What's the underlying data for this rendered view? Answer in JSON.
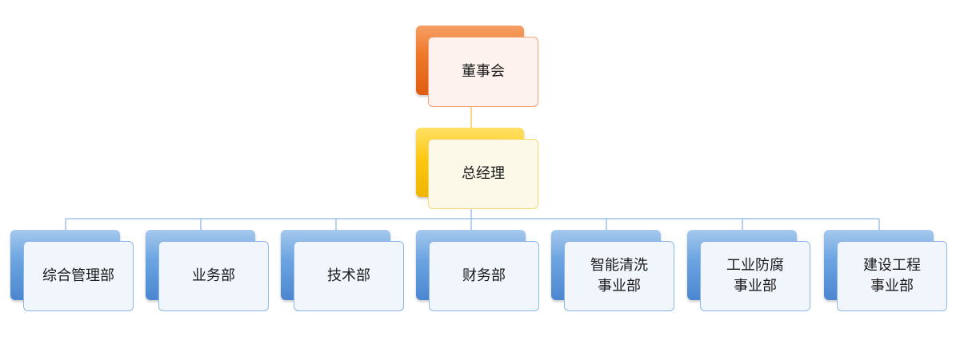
{
  "chart_data": {
    "type": "org-chart",
    "colors": {
      "top": "#ef7a2a",
      "middle": "#fcc810",
      "bottom": "#6ea6e2",
      "connector_upper": "#f7c95a",
      "connector_lower": "#9fc3ea"
    },
    "root": {
      "label": "董事会",
      "children": [
        {
          "label": "总经理",
          "children": [
            {
              "label": "综合管理部"
            },
            {
              "label": "业务部"
            },
            {
              "label": "技术部"
            },
            {
              "label": "财务部"
            },
            {
              "label": "智能清洗\n事业部"
            },
            {
              "label": "工业防腐\n事业部"
            },
            {
              "label": "建设工程\n事业部"
            }
          ]
        }
      ]
    }
  }
}
